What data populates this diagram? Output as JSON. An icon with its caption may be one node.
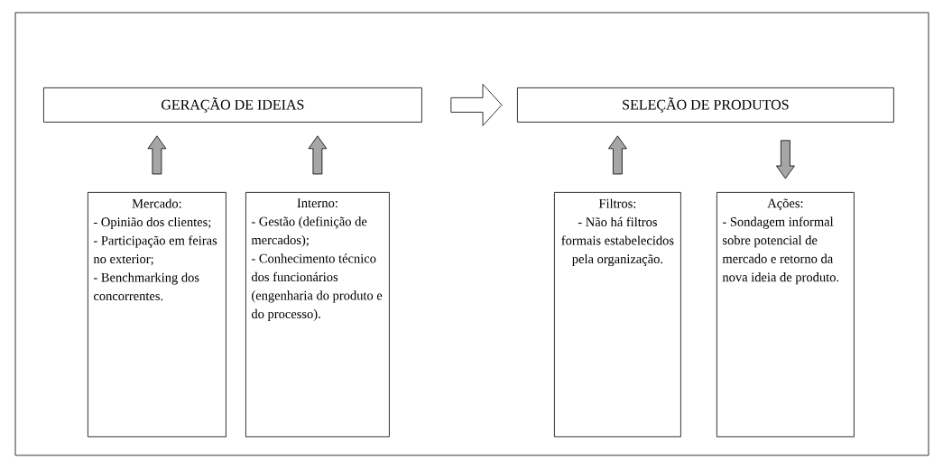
{
  "diagram": {
    "nodes": [
      {
        "text": [
          "GERAÇÃO DE IDEIAS"
        ]
      },
      {
        "text": [
          "SELEÇÃO DE PRODUTOS"
        ]
      },
      {
        "text": [
          "Mercado:",
          "- Opinião dos clientes;",
          "- Participação em feiras no exterior;",
          "- Benchmarking dos concorrentes."
        ]
      },
      {
        "text": [
          "Interno:",
          "- Gestão (definição de mercados);",
          "- Conhecimento técnico dos funcionários (engenharia do produto e do processo)."
        ]
      },
      {
        "text": [
          "Filtros:",
          "- Não há filtros formais estabelecidos pela organização."
        ]
      },
      {
        "text": [
          "Ações:",
          "- Sondagem informal sobre potencial de mercado e retorno da nova ideia de produto."
        ]
      }
    ],
    "edges": [
      {
        "from": 0,
        "to": 1,
        "arrow": "to",
        "style": "thick",
        "color": "#ffffff"
      },
      {
        "from": 2,
        "to": 0,
        "arrow": "to"
      },
      {
        "from": 3,
        "to": 0,
        "arrow": "to"
      },
      {
        "from": 4,
        "to": 1,
        "arrow": "to"
      },
      {
        "from": 1,
        "to": 5,
        "arrow": "to"
      }
    ]
  }
}
